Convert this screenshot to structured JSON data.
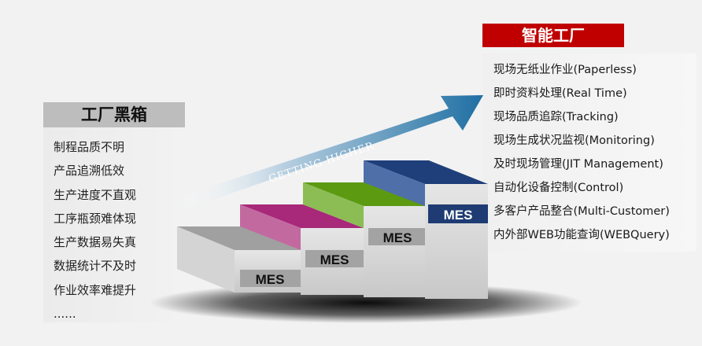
{
  "left": {
    "title": "工厂黑箱",
    "items": [
      "制程品质不明",
      "产品追溯低效",
      "生产进度不直观",
      "工序瓶颈难体现",
      "生产数据易失真",
      "数据统计不及时",
      "作业效率难提升",
      "......"
    ]
  },
  "right": {
    "title": "智能工厂",
    "items": [
      "现场无纸业作业(Paperless)",
      "即时资料处理(Real Time)",
      "现场品质追踪(Tracking)",
      "现场生成状况监视(Monitoring)",
      "及时现场管理(JIT Management)",
      "自动化设备控制(Control)",
      "多客户产品整合(Multi-Customer)",
      "内外部WEB功能查询(WEBQuery)"
    ]
  },
  "arrow": {
    "label": "GETTING HIGHER"
  },
  "steps": [
    {
      "label": "MES",
      "color": "#9e9e9e"
    },
    {
      "label": "MES",
      "color": "#a8287a"
    },
    {
      "label": "MES",
      "color": "#5c9a12"
    },
    {
      "label": "MES",
      "color": "#1f3f7a"
    }
  ]
}
